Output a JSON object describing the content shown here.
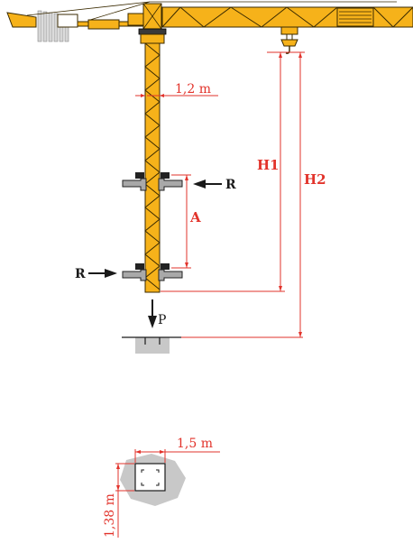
{
  "labels": {
    "mast_width": "1,2 m",
    "height_1": "H1",
    "height_2": "H2",
    "reaction_right": "R",
    "reaction_left": "R",
    "spacing": "A",
    "load": "P",
    "base_width": "1,5 m",
    "base_depth": "1,38 m"
  },
  "colors": {
    "crane_yellow": "#f6b21a",
    "crane_outline": "#3a2a00",
    "dimension_red": "#e2332b",
    "foundation_gray": "#c8c8c8",
    "collar_gray": "#a9a9a9"
  }
}
